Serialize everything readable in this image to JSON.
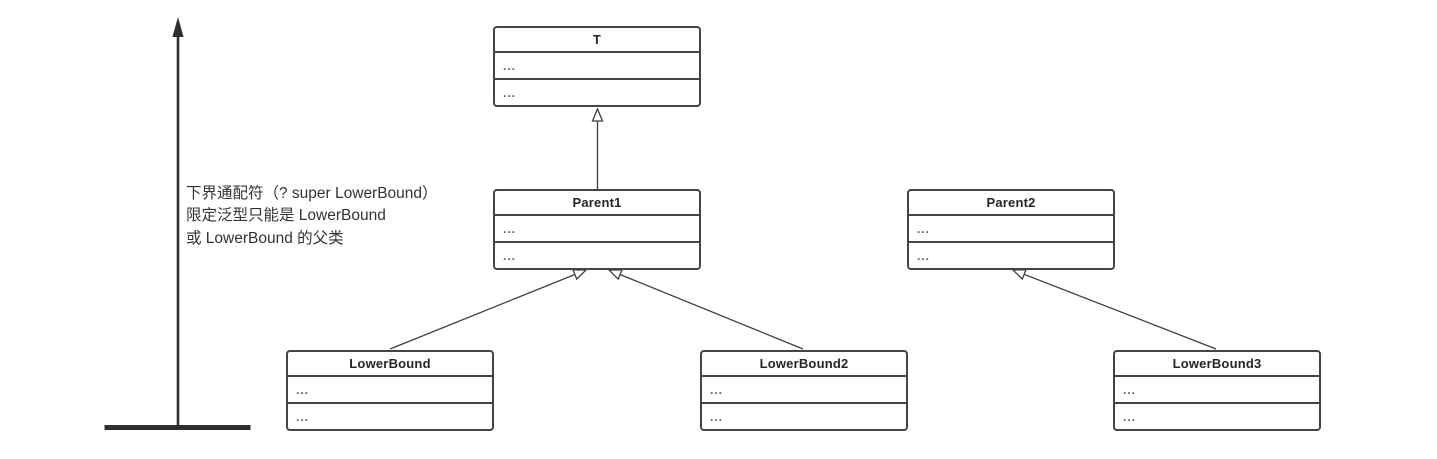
{
  "diagram": {
    "type": "uml-class-diagram",
    "annotation": {
      "lines": [
        "下界通配符（? super LowerBound）",
        "限定泛型只能是 LowerBound",
        "或 LowerBound 的父类"
      ]
    },
    "classes": [
      {
        "name": "T",
        "rows": [
          "...",
          "..."
        ]
      },
      {
        "name": "Parent1",
        "rows": [
          "...",
          "..."
        ]
      },
      {
        "name": "Parent2",
        "rows": [
          "...",
          "..."
        ]
      },
      {
        "name": "LowerBound",
        "rows": [
          "...",
          "..."
        ]
      },
      {
        "name": "LowerBound2",
        "rows": [
          "...",
          "..."
        ]
      },
      {
        "name": "LowerBound3",
        "rows": [
          "...",
          "..."
        ]
      }
    ],
    "relationships": [
      {
        "from": "Parent1",
        "to": "T",
        "type": "generalization",
        "arrow": "hollow-triangle"
      },
      {
        "from": "LowerBound",
        "to": "Parent1",
        "type": "generalization",
        "arrow": "hollow-triangle"
      },
      {
        "from": "LowerBound2",
        "to": "Parent1",
        "type": "generalization",
        "arrow": "hollow-triangle"
      },
      {
        "from": "LowerBound3",
        "to": "Parent2",
        "type": "generalization",
        "arrow": "hollow-triangle"
      }
    ],
    "colors": {
      "connector_line": "#3f3f3f",
      "axis_line": "#2e2e2e",
      "box_border": "#444444",
      "class_name_text": "#262626",
      "member_text": "#5a5a5a",
      "annotation_text": "#333333",
      "background": "#ffffff"
    }
  }
}
